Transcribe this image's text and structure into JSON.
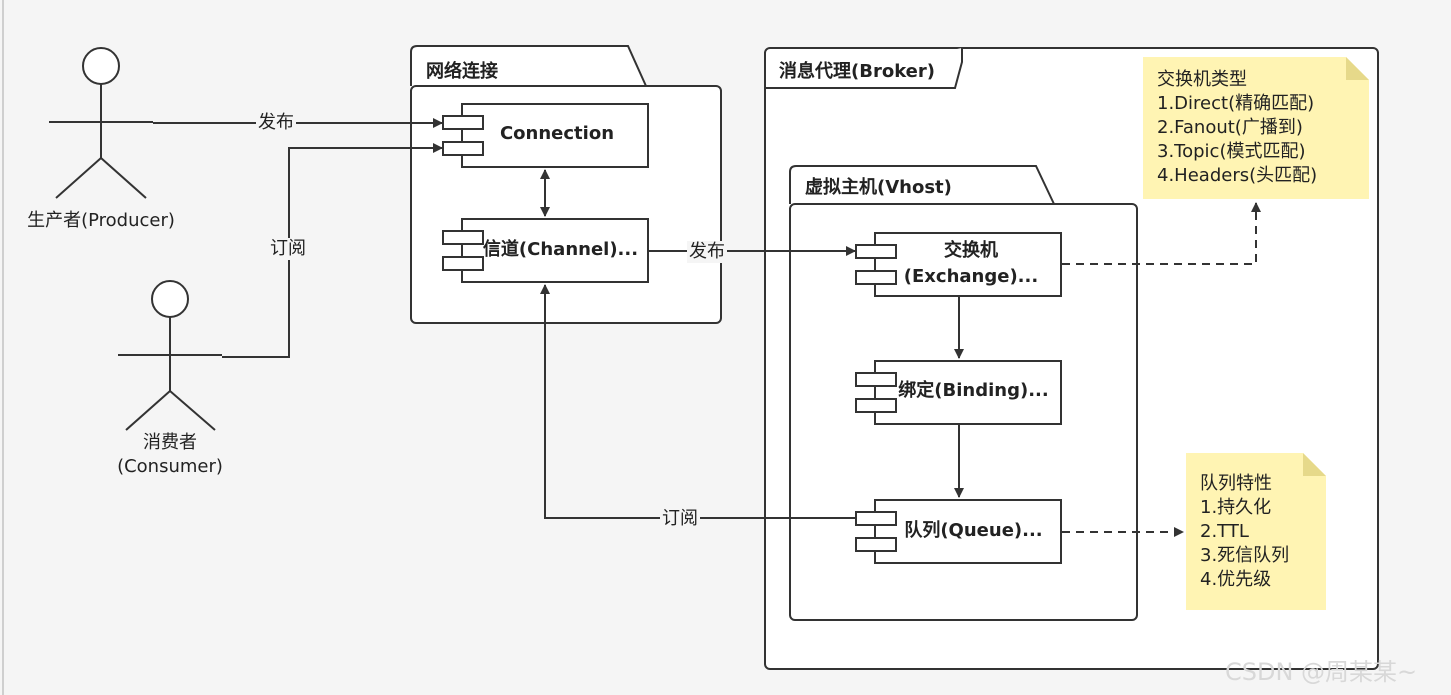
{
  "actors": {
    "producer": "生产者(Producer)",
    "consumer_line1": "消费者",
    "consumer_line2": "(Consumer)"
  },
  "packages": {
    "network": "网络连接",
    "broker": "消息代理(Broker)",
    "vhost": "虚拟主机(Vhost)"
  },
  "components": {
    "connection": "Connection",
    "channel": "信道(Channel)...",
    "exchange_line1": "交换机",
    "exchange_line2": "(Exchange)...",
    "binding": "绑定(Binding)...",
    "queue": "队列(Queue)..."
  },
  "edges": {
    "publish_1": "发布",
    "subscribe_1": "订阅",
    "publish_2": "发布",
    "subscribe_2": "订阅"
  },
  "notes": {
    "exchange_types": [
      "交换机类型",
      "1.Direct(精确匹配)",
      "2.Fanout(广播到)",
      "3.Topic(模式匹配)",
      "4.Headers(头匹配)"
    ],
    "queue_features": [
      "队列特性",
      "1.持久化",
      "2.TTL",
      "3.死信队列",
      "4.优先级"
    ]
  },
  "watermark": "CSDN @周某某~",
  "colors": {
    "background": "#f5f5f5",
    "stroke": "#333333",
    "note_fill": "#fff4b3",
    "note_fold": "#e6d98a"
  }
}
